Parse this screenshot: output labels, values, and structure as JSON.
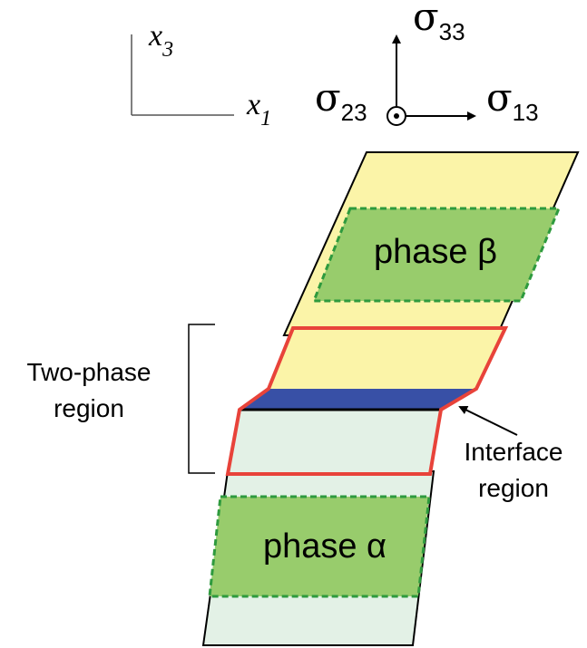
{
  "axes": {
    "vertical_label": "x",
    "vertical_sub": "3",
    "horizontal_label": "x",
    "horizontal_sub": "1"
  },
  "stress": {
    "sigma33_sym": "σ",
    "sigma33_sub": "33",
    "sigma23_sym": "σ",
    "sigma23_sub": "23",
    "sigma13_sym": "σ",
    "sigma13_sub": "13"
  },
  "labels": {
    "phase_beta": "phase β",
    "phase_alpha": "phase α",
    "two_phase_line1": "Two-phase",
    "two_phase_line2": "region",
    "interface_line1": "Interface",
    "interface_line2": "region"
  },
  "colors": {
    "beta_bulk": "#fbf4a8",
    "alpha_bulk": "#e3f1e6",
    "phase_core": "#98cc6c",
    "core_outline": "#2e9a3e",
    "interface": "#3850a6",
    "two_phase_outline": "#e8433a"
  }
}
